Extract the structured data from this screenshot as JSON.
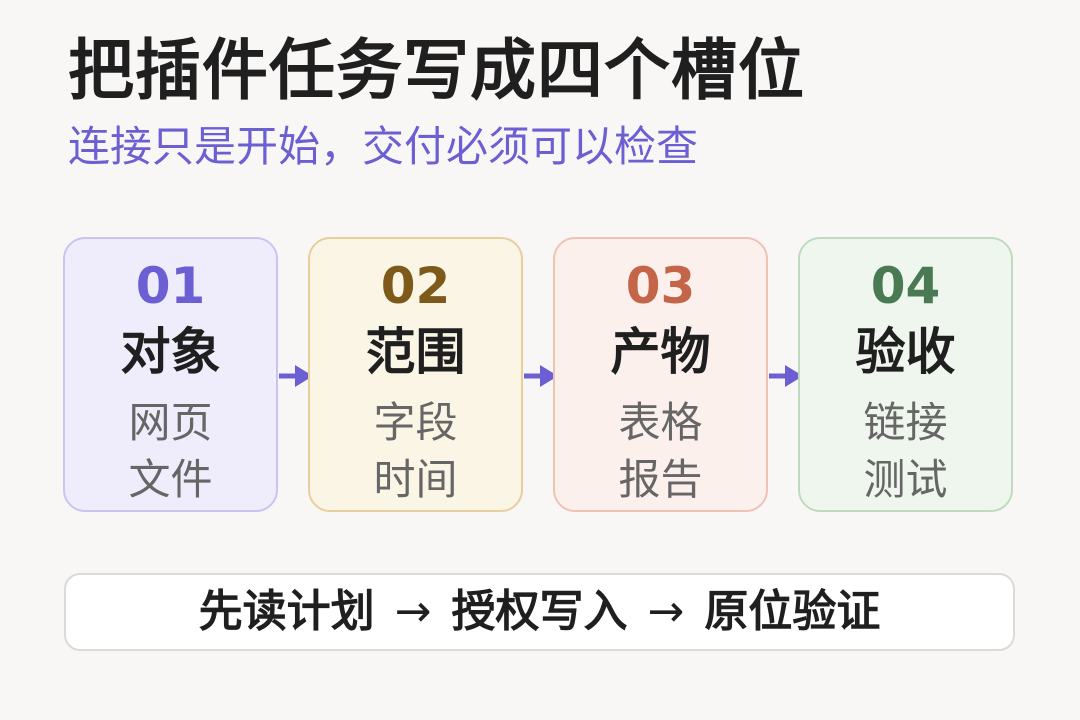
{
  "title": "把插件任务写成四个槽位",
  "subtitle": "连接只是开始，交付必须可以检查",
  "cards": [
    {
      "num": "01",
      "head": "对象",
      "line1": "网页",
      "line2": "文件",
      "accent": "#6b5fd3"
    },
    {
      "num": "02",
      "head": "范围",
      "line1": "字段",
      "line2": "时间",
      "accent": "#7d5a1a"
    },
    {
      "num": "03",
      "head": "产物",
      "line1": "表格",
      "line2": "报告",
      "accent": "#c4654a"
    },
    {
      "num": "04",
      "head": "验收",
      "line1": "链接",
      "line2": "测试",
      "accent": "#4a7a53"
    }
  ],
  "flow": {
    "step1": "先读计划",
    "arrow": "→",
    "step2": "授权写入",
    "step3": "原位验证"
  },
  "colors": {
    "arrow": "#6b5fd3",
    "title": "#1f1f1f",
    "subtitle": "#6b5fd3"
  }
}
